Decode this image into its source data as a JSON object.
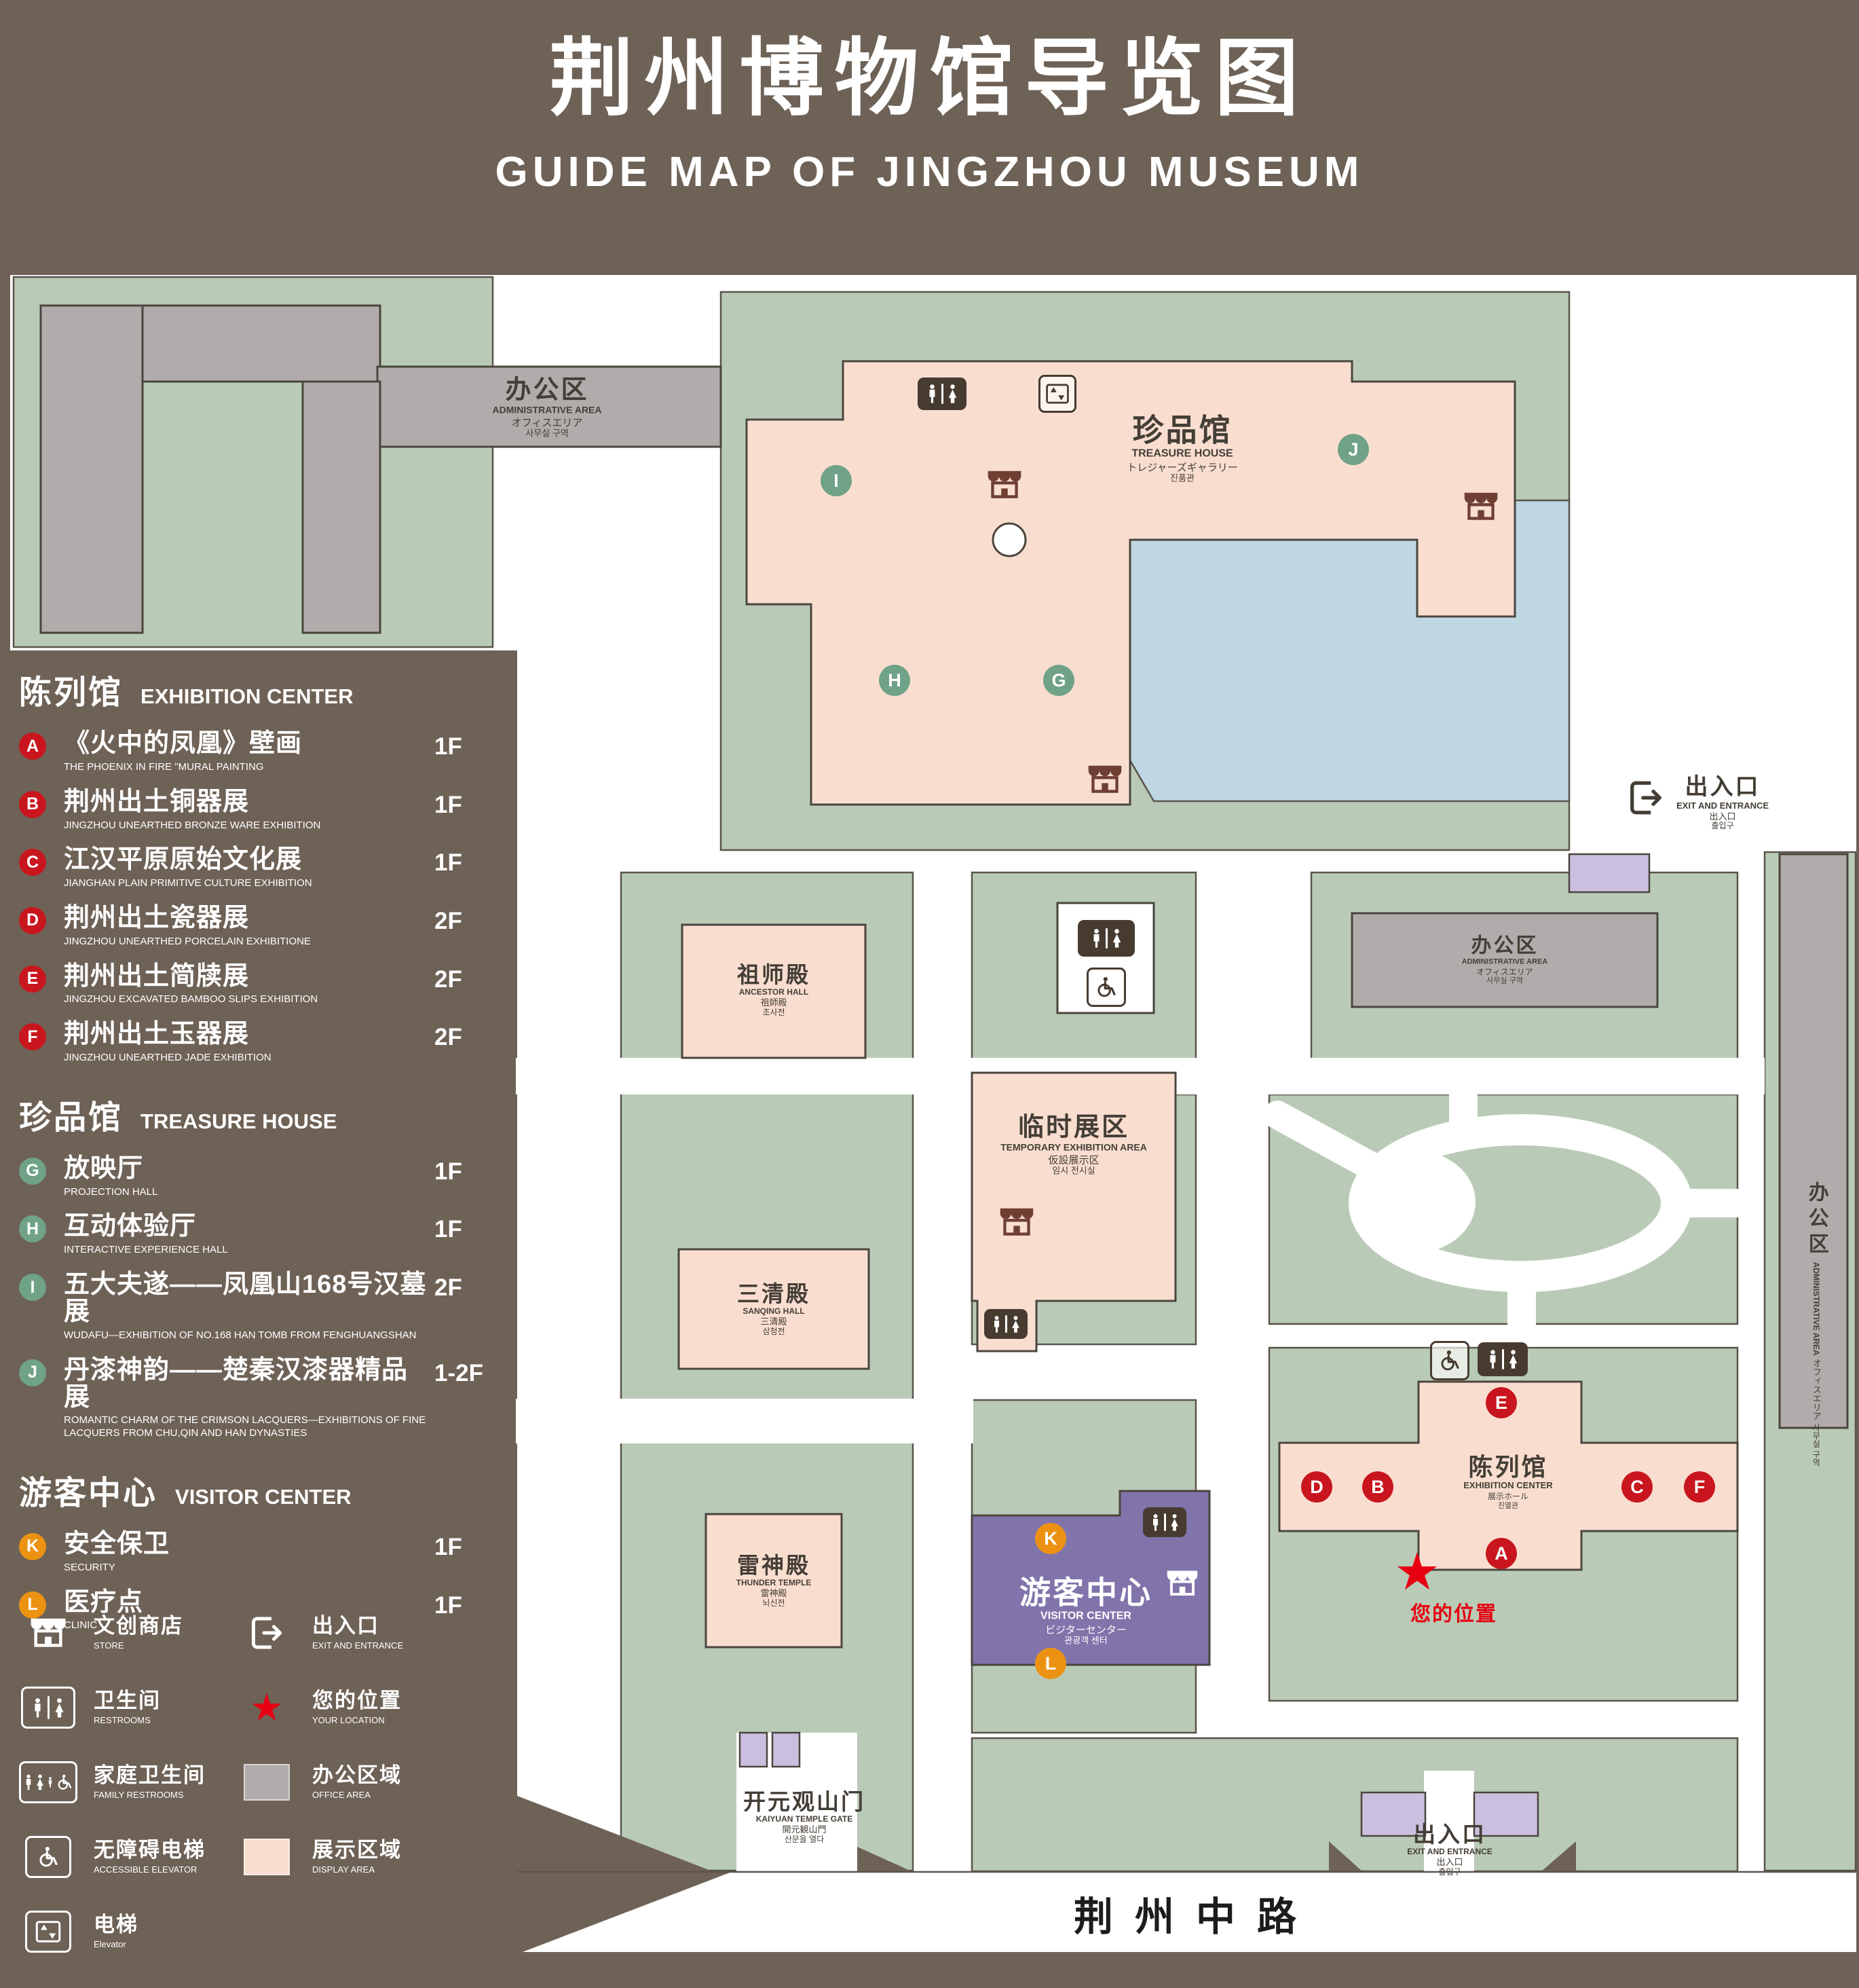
{
  "header": {
    "title": "荆州博物馆导览图",
    "subtitle": "GUIDE MAP OF JINGZHOU MUSEUM"
  },
  "colors": {
    "background": "#6e6156",
    "map_green": "#b9cbb6",
    "display_area_pink": "#f9ded0",
    "office_gray": "#b1acab",
    "visitor_purple": "#8174ab",
    "entrance_lilac": "#cabfde",
    "water_blue": "#bed7e2",
    "badge_red": "#c9161e",
    "badge_green": "#6fa287",
    "badge_orange": "#ec9213",
    "store_brown": "#6e3f32",
    "star_red": "#e60012"
  },
  "legend": {
    "sections": [
      {
        "title_zh": "陈列馆",
        "title_en": "EXHIBITION CENTER",
        "items": [
          {
            "letter": "A",
            "zh": "《火中的凤凰》壁画",
            "en": "THE PHOENIX IN FIRE \"MURAL PAINTING",
            "floor": "1F"
          },
          {
            "letter": "B",
            "zh": "荆州出土铜器展",
            "en": "JINGZHOU UNEARTHED BRONZE WARE EXHIBITION",
            "floor": "1F"
          },
          {
            "letter": "C",
            "zh": "江汉平原原始文化展",
            "en": "JIANGHAN PLAIN PRIMITIVE CULTURE EXHIBITION",
            "floor": "1F"
          },
          {
            "letter": "D",
            "zh": "荆州出土瓷器展",
            "en": "JINGZHOU UNEARTHED PORCELAIN EXHIBITIONE",
            "floor": "2F"
          },
          {
            "letter": "E",
            "zh": "荆州出土简牍展",
            "en": "JINGZHOU EXCAVATED BAMBOO SLIPS EXHIBITION",
            "floor": "2F"
          },
          {
            "letter": "F",
            "zh": "荆州出土玉器展",
            "en": "JINGZHOU UNEARTHED JADE EXHIBITION",
            "floor": "2F"
          }
        ]
      },
      {
        "title_zh": "珍品馆",
        "title_en": "TREASURE HOUSE",
        "items": [
          {
            "letter": "G",
            "zh": "放映厅",
            "en": "PROJECTION HALL",
            "floor": "1F"
          },
          {
            "letter": "H",
            "zh": "互动体验厅",
            "en": "INTERACTIVE EXPERIENCE HALL",
            "floor": "1F"
          },
          {
            "letter": "I",
            "zh": "五大夫遂——凤凰山168号汉墓展",
            "en": "WUDAFU—EXHIBITION OF NO.168 HAN TOMB FROM FENGHUANGSHAN",
            "floor": "2F"
          },
          {
            "letter": "J",
            "zh": "丹漆神韵——楚秦汉漆器精品展",
            "en": "ROMANTIC CHARM OF THE CRIMSON LACQUERS—EXHIBITIONS OF FINE LACQUERS FROM CHU,QIN AND HAN DYNASTIES",
            "floor": "1-2F"
          }
        ]
      },
      {
        "title_zh": "游客中心",
        "title_en": "VISITOR CENTER",
        "items": [
          {
            "letter": "K",
            "zh": "安全保卫",
            "en": "SECURITY",
            "floor": "1F"
          },
          {
            "letter": "L",
            "zh": "医疗点",
            "en": "CLINIC",
            "floor": "1F"
          }
        ]
      }
    ],
    "symbols": [
      {
        "zh": "文创商店",
        "en": "STORE",
        "icon": "store-icon"
      },
      {
        "zh": "卫生间",
        "en": "RESTROOMS",
        "icon": "restroom-icon"
      },
      {
        "zh": "家庭卫生间",
        "en": "FAMILY RESTROOMS",
        "icon": "family-restroom-icon"
      },
      {
        "zh": "无障碍电梯",
        "en": "ACCESSIBLE ELEVATOR",
        "icon": "accessible-elevator-icon"
      },
      {
        "zh": "电梯",
        "en": "Elevator",
        "icon": "elevator-icon"
      },
      {
        "zh": "出入口",
        "en": "EXIT AND ENTRANCE",
        "icon": "exit-icon"
      },
      {
        "zh": "您的位置",
        "en": "YOUR LOCATION",
        "icon": "location-star-icon"
      },
      {
        "zh": "办公区域",
        "en": "OFFICE AREA",
        "icon": "office-area-swatch"
      },
      {
        "zh": "展示区域",
        "en": "DISPLAY AREA",
        "icon": "display-area-swatch"
      }
    ]
  },
  "map": {
    "admin_top": {
      "zh": "办公区",
      "en": "ADMINISTRATIVE AREA",
      "jp": "オフィスエリア",
      "kr": "사무실 구역"
    },
    "admin_right": {
      "zh": "办公区",
      "en": "ADMINISTRATIVE AREA",
      "jp": "オフィスエリア",
      "kr": "사무실 구역"
    },
    "admin_side": {
      "zh": "办公区",
      "en": "ADMINISTRATIVE AREA",
      "jp": "オフィスエリア",
      "kr": "사무실 구역"
    },
    "treasure": {
      "zh": "珍品馆",
      "en": "TREASURE HOUSE",
      "jp": "トレジャーズギャラリー",
      "kr": "진품관"
    },
    "exit_right": {
      "zh": "出入口",
      "en": "EXIT AND ENTRANCE",
      "jp": "出入口",
      "kr": "출입구"
    },
    "exit_bottom": {
      "zh": "出入口",
      "en": "EXIT AND ENTRANCE",
      "jp": "出入口",
      "kr": "출입구"
    },
    "ancestor": {
      "zh": "祖师殿",
      "en": "ANCESTOR HALL",
      "jp": "祖師殿",
      "kr": "조사전"
    },
    "temporary": {
      "zh": "临时展区",
      "en": "TEMPORARY EXHIBITION AREA",
      "jp": "仮設展示区",
      "kr": "임시 전시실"
    },
    "sanqing": {
      "zh": "三清殿",
      "en": "SANQING HALL",
      "jp": "三清殿",
      "kr": "삼청전"
    },
    "thunder": {
      "zh": "雷神殿",
      "en": "THUNDER TEMPLE",
      "jp": "雷神殿",
      "kr": "뇌신전"
    },
    "visitor": {
      "zh": "游客中心",
      "en": "VISITOR CENTER",
      "jp": "ビジターセンター",
      "kr": "관광객 센터"
    },
    "exhibition": {
      "zh": "陈列馆",
      "en": "EXHIBITION CENTER",
      "jp": "展示ホール",
      "kr": "진열관"
    },
    "gate": {
      "zh": "开元观山门",
      "en": "KAIYUAN TEMPLE GATE",
      "jp": "開元観山門",
      "kr": "산문을 열다"
    },
    "your_location": "您的位置",
    "road": "荆州中路"
  }
}
